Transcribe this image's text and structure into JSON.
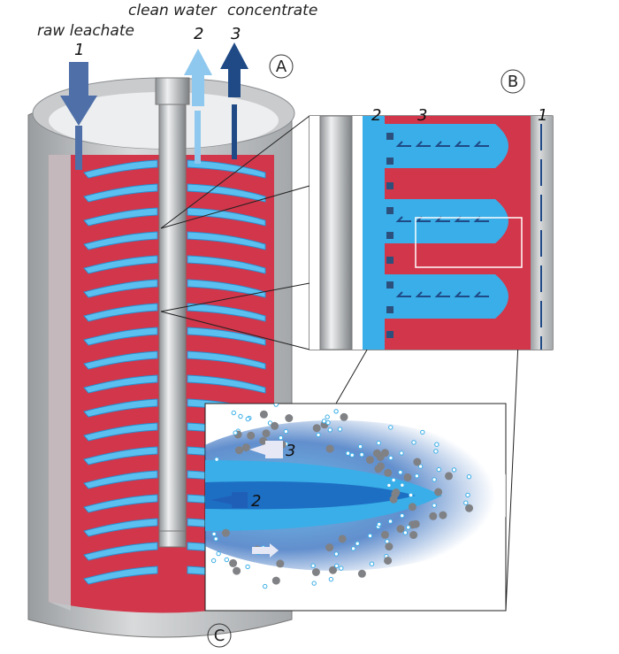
{
  "labels": {
    "raw_leachate": "raw leachate",
    "clean_water": "clean water",
    "concentrate": "concentrate",
    "n1": "1",
    "n2": "2",
    "n3": "3"
  },
  "panels": {
    "a": "A",
    "b": "B",
    "c": "C"
  },
  "inset_b": {
    "n2": "2",
    "n3": "3",
    "n1": "1"
  },
  "inset_c": {
    "n3": "3",
    "n2": "2"
  },
  "colors": {
    "red": "#d2364a",
    "blue": "#39aee8",
    "dark_blue": "#1f4a86",
    "light_blue": "#8fc8ee",
    "gray": "#b8bbbe"
  }
}
